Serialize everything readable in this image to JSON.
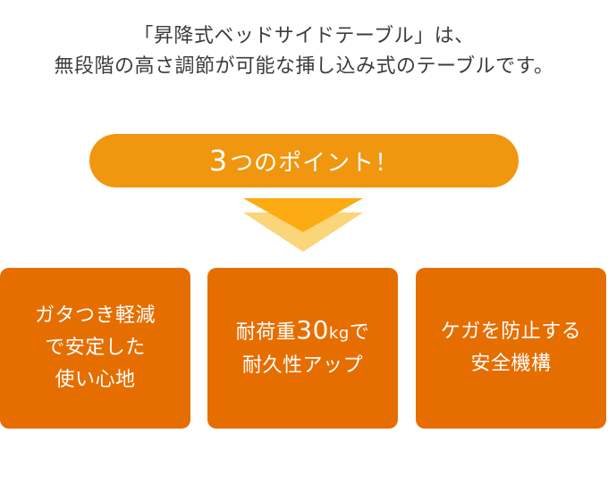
{
  "intro": {
    "line1": "「昇降式ベッドサイドテーブル」は、",
    "line2": "無段階の高さ調節が可能な挿し込み式のテーブルです。"
  },
  "points_header": {
    "number": "3",
    "text": "つのポイント！"
  },
  "cards": [
    {
      "lines": [
        "ガタつき軽減",
        "で安定した",
        "使い心地"
      ]
    },
    {
      "line1_pre": "耐荷重",
      "line1_num": "30",
      "line1_unit": "kg",
      "line1_post": "で",
      "line2": "耐久性アップ"
    },
    {
      "lines": [
        "ケガを防止する",
        "安全機構"
      ]
    }
  ],
  "colors": {
    "pill": "#f0960f",
    "card": "#e66e00",
    "arrow_top": "#fdab13",
    "arrow_bottom": "#fbd57a",
    "text": "#3c3c3c"
  },
  "icons": {
    "arrow": "down-chevron-double"
  }
}
